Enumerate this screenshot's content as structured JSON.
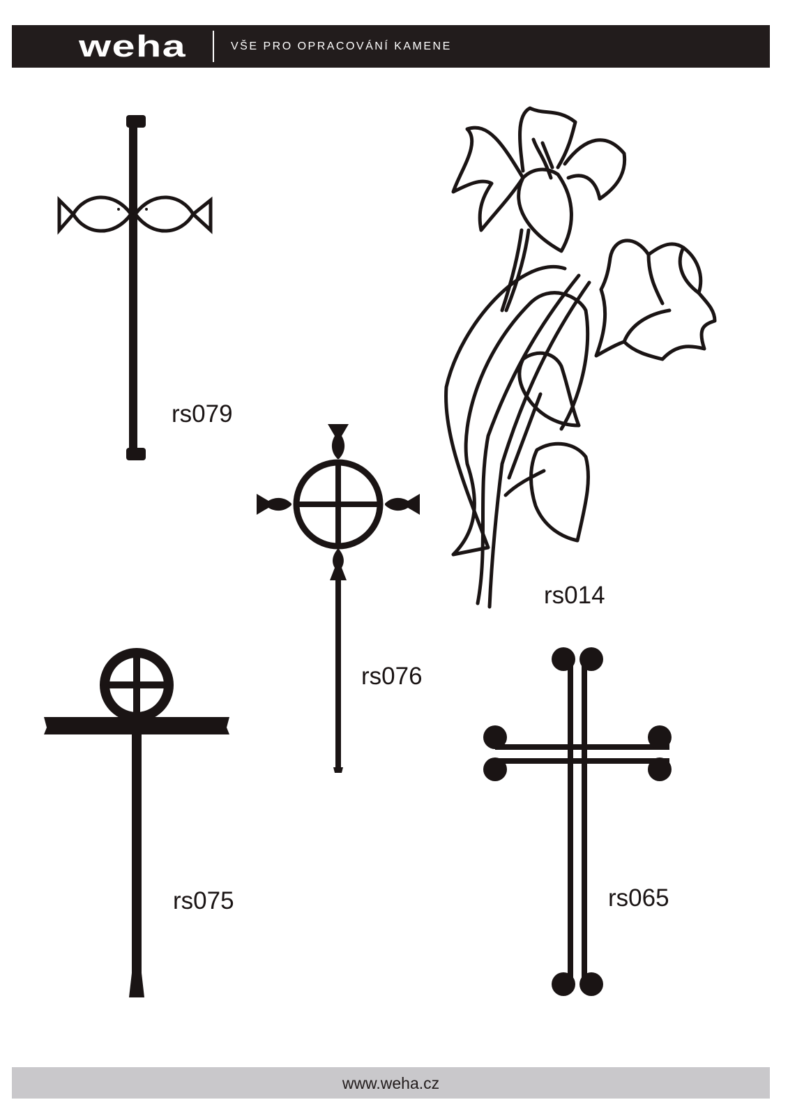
{
  "header": {
    "logo_text": "weha",
    "tagline": "VŠE PRO OPRACOVÁNÍ KAMENE",
    "background_color": "#221c1c"
  },
  "items": [
    {
      "code": "rs079",
      "icon": "fish-cross-icon"
    },
    {
      "code": "rs014",
      "icon": "lily-rose-icon"
    },
    {
      "code": "rs076",
      "icon": "circle-cross-icon"
    },
    {
      "code": "rs075",
      "icon": "celtic-cross-icon"
    },
    {
      "code": "rs065",
      "icon": "ball-cross-icon"
    }
  ],
  "footer": {
    "url": "www.weha.cz",
    "background_color": "#c9c8cb"
  }
}
